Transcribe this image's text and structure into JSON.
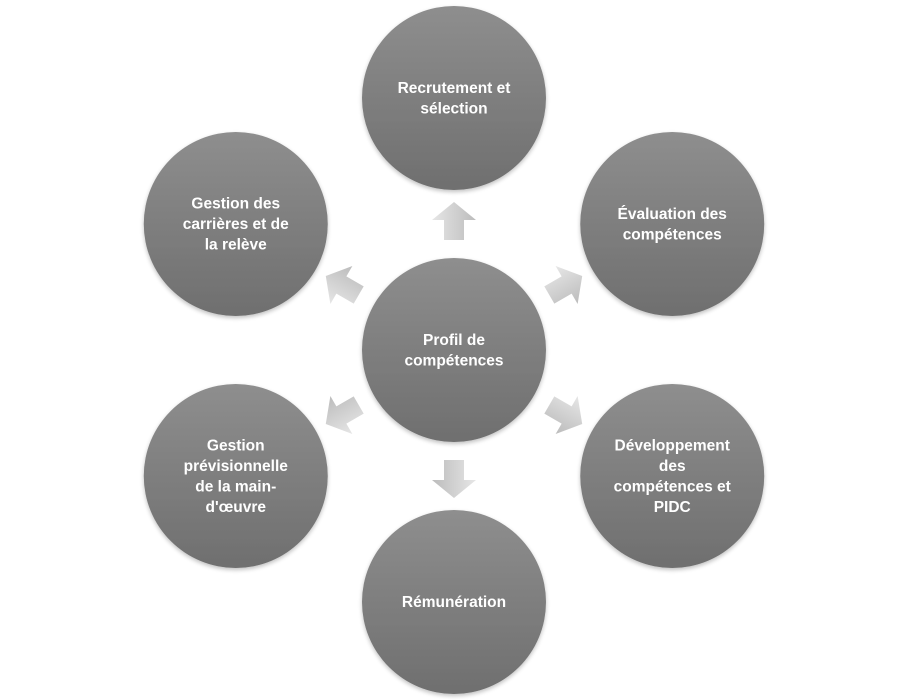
{
  "diagram": {
    "center": {
      "label_lines": [
        "Profil de",
        "compétences"
      ]
    },
    "nodes": [
      {
        "id": "recrutement",
        "label_lines": [
          "Recrutement et",
          "sélection"
        ]
      },
      {
        "id": "evaluation",
        "label_lines": [
          "Évaluation des",
          "compétences"
        ]
      },
      {
        "id": "developpement",
        "label_lines": [
          "Développement",
          "des",
          "compétences et",
          "PIDC"
        ]
      },
      {
        "id": "remuneration",
        "label_lines": [
          "Rémunération"
        ]
      },
      {
        "id": "gestion-previsionnelle",
        "label_lines": [
          "Gestion",
          "prévisionnelle",
          "de la main-",
          "d'œuvre"
        ]
      },
      {
        "id": "gestion-carrieres",
        "label_lines": [
          "Gestion  des",
          "carrières et de",
          "la relève"
        ]
      }
    ],
    "colors": {
      "circle_top": "#8e8e8e",
      "circle_bottom": "#6f6f6f",
      "arrow_top": "#e6e6e6",
      "arrow_bottom": "#bcbcbc",
      "label": "#ffffff"
    }
  }
}
